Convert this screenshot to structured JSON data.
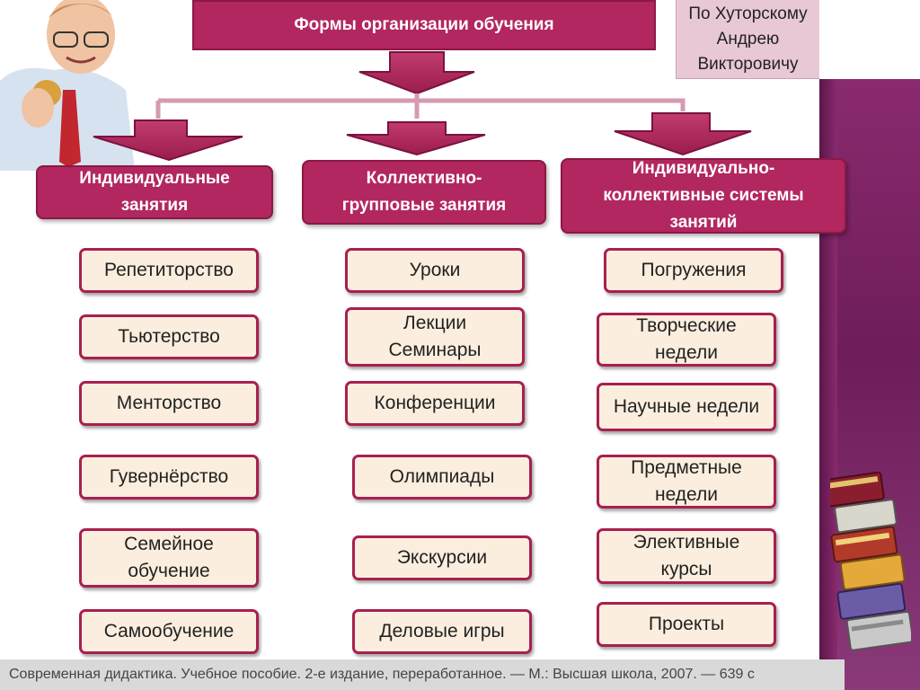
{
  "title": "Формы организации обучения",
  "author": "По Хуторскому Андрею Викторовичу",
  "columns": [
    {
      "header": "Индивидуальные занятия",
      "items": [
        "Репетиторство",
        "Тьютерство",
        "Менторство",
        "Гувернёрство",
        "Семейное обучение",
        "Самообучение"
      ]
    },
    {
      "header": "Коллективно-групповые занятия",
      "items": [
        "Уроки",
        "Лекции Семинары",
        "Конференции",
        "Олимпиады",
        "Экскурсии",
        "Деловые игры"
      ]
    },
    {
      "header": "Индивидуально-коллективные системы занятий",
      "items": [
        "Погружения",
        "Творческие недели",
        "Научные недели",
        "Предметные недели",
        "Элективные курсы",
        "Проекты"
      ]
    }
  ],
  "footer": "Современная дидактика. Учебное пособие. 2-е издание, переработанное. — М.: Высшая школа, 2007. — 639 с",
  "colors": {
    "accent": "#b2275f",
    "item_bg": "#fbeede",
    "item_border": "#a8204f",
    "band": "#8a2a6e"
  },
  "images": {
    "photo": "teacher-photo",
    "books": "book-stack-illustration"
  }
}
